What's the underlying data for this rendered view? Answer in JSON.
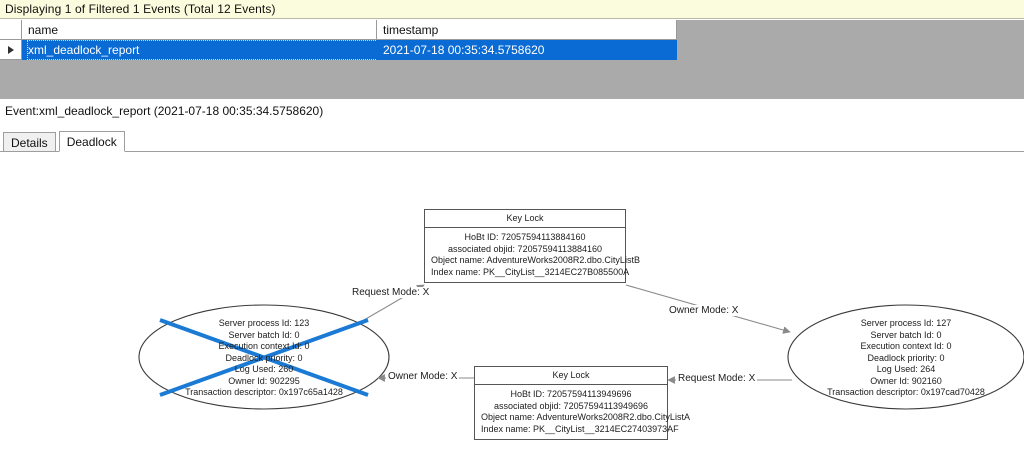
{
  "banner": {
    "text": "Displaying 1 of Filtered 1 Events (Total 12 Events)"
  },
  "grid": {
    "columns": [
      "name",
      "timestamp"
    ],
    "rows": [
      {
        "selector": "row-selector-arrow",
        "name": "xml_deadlock_report",
        "timestamp": "2021-07-18 00:35:34.5758620"
      }
    ]
  },
  "detail": {
    "title": "Event:xml_deadlock_report (2021-07-18 00:35:34.5758620)",
    "tabs": [
      {
        "label": "Details",
        "active": false
      },
      {
        "label": "Deadlock",
        "active": true
      }
    ]
  },
  "graph": {
    "key_lock_top": {
      "title": "Key Lock",
      "lines": [
        "HoBt ID: 72057594113884160",
        "associated objid: 72057594113884160",
        "Object name: AdventureWorks2008R2.dbo.CityListB",
        "Index name: PK__CityList__3214EC27B085500A"
      ]
    },
    "key_lock_bottom": {
      "title": "Key Lock",
      "lines": [
        "HoBt ID: 72057594113949696",
        "associated objid: 72057594113949696",
        "Object name: AdventureWorks2008R2.dbo.CityListA",
        "Index name: PK__CityList__3214EC27403973AF"
      ]
    },
    "process_left": {
      "victim": true,
      "lines": [
        "Server process Id: 123",
        "Server batch Id: 0",
        "Execution context Id: 0",
        "Deadlock priority: 0",
        "Log Used: 260",
        "Owner Id: 902295",
        "Transaction descriptor: 0x197c65a1428"
      ]
    },
    "process_right": {
      "victim": false,
      "lines": [
        "Server process Id: 127",
        "Server batch Id: 0",
        "Execution context Id: 0",
        "Deadlock priority: 0",
        "Log Used: 264",
        "Owner Id: 902160",
        "Transaction descriptor: 0x197cad70428"
      ]
    },
    "edges": {
      "left_request_top": "Request Mode: X",
      "right_owner_top": "Owner Mode: X",
      "left_owner_bottom": "Owner Mode: X",
      "right_request_bottom": "Request Mode: X"
    },
    "colors": {
      "victim_cross": "#1a7ad4",
      "selection_blue": "#0a6bd4",
      "banner_bg": "#fbfbdd",
      "grid_bg": "#aaaaaa"
    }
  }
}
